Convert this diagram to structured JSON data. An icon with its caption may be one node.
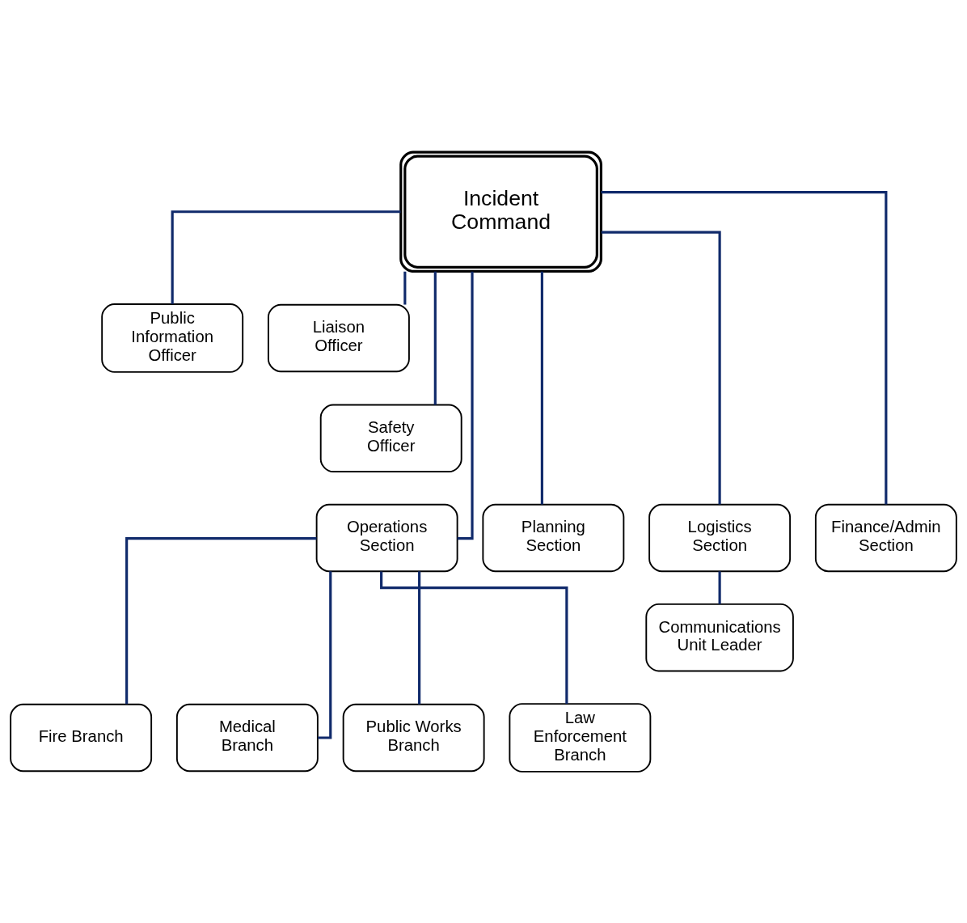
{
  "diagram": {
    "nodes": [
      {
        "text": [
          "Incident Command"
        ]
      },
      {
        "text": [
          "Public Information Officer"
        ]
      },
      {
        "text": [
          "Liaison Officer"
        ]
      },
      {
        "text": [
          "Safety Officer"
        ]
      },
      {
        "text": [
          "Operations Section"
        ]
      },
      {
        "text": [
          "Planning Section"
        ]
      },
      {
        "text": [
          "Logistics Section"
        ]
      },
      {
        "text": [
          "Finance/Admin Section"
        ]
      },
      {
        "text": [
          "Communications Unit Leader"
        ]
      },
      {
        "text": [
          "Fire Branch"
        ]
      },
      {
        "text": [
          "Medical Branch"
        ]
      },
      {
        "text": [
          "Public Works Branch"
        ]
      },
      {
        "text": [
          "Law Enforcement Branch"
        ]
      }
    ],
    "edges": [
      {
        "from": 0,
        "to": 1,
        "arrow": "none"
      },
      {
        "from": 0,
        "to": 2,
        "arrow": "none"
      },
      {
        "from": 0,
        "to": 3,
        "arrow": "none"
      },
      {
        "from": 0,
        "to": 4,
        "arrow": "none"
      },
      {
        "from": 0,
        "to": 5,
        "arrow": "none"
      },
      {
        "from": 0,
        "to": 6,
        "arrow": "none"
      },
      {
        "from": 0,
        "to": 7,
        "arrow": "none"
      },
      {
        "from": 6,
        "to": 8,
        "arrow": "none"
      },
      {
        "from": 4,
        "to": 9,
        "arrow": "none"
      },
      {
        "from": 4,
        "to": 10,
        "arrow": "none"
      },
      {
        "from": 4,
        "to": 11,
        "arrow": "none"
      },
      {
        "from": 4,
        "to": 12,
        "arrow": "none"
      }
    ]
  }
}
